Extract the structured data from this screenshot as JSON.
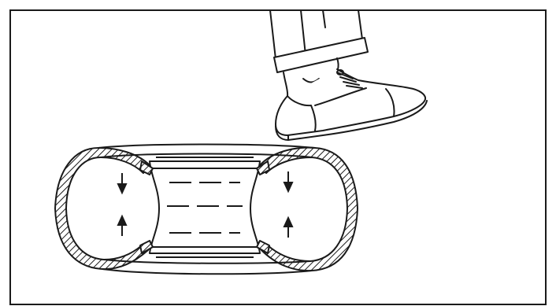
{
  "figure": {
    "caption": "",
    "stroke_color": "#1a1a1a",
    "background_color": "#ffffff",
    "elements": {
      "shoe": "foot-pressing-down",
      "tire": "tire-cross-section",
      "arrows": "inward-pressure-arrows"
    }
  }
}
